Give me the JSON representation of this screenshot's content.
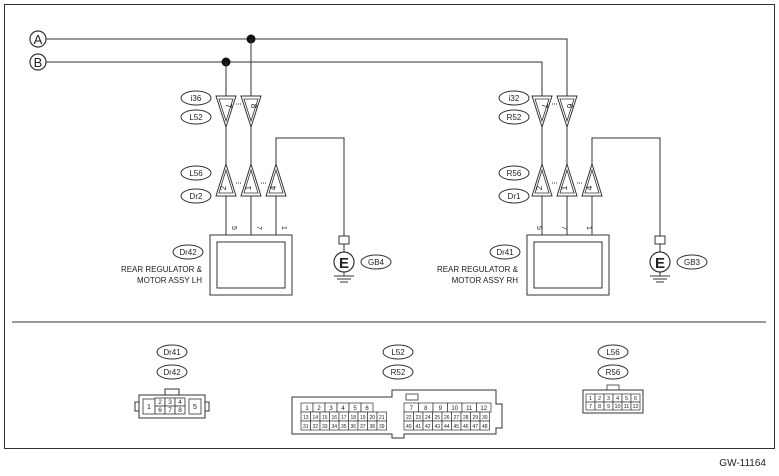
{
  "buses": {
    "a": "A",
    "b": "B"
  },
  "lh": {
    "upper_conn_top": "i36",
    "upper_conn_bot": "L52",
    "upper_pins": [
      "7",
      "8"
    ],
    "lower_conn_top": "L56",
    "lower_conn_bot": "Dr2",
    "lower_pins": [
      "2",
      "1",
      "4"
    ],
    "wire_pins": [
      "5",
      "7",
      "1"
    ],
    "component_id": "Dr42",
    "component_label_1": "REAR REGULATOR &",
    "component_label_2": "MOTOR ASSY LH",
    "ground_symbol": "E",
    "ground_id": "GB4"
  },
  "rh": {
    "upper_conn_top": "i32",
    "upper_conn_bot": "R52",
    "upper_pins": [
      "7",
      "6"
    ],
    "lower_conn_top": "R56",
    "lower_conn_bot": "Dr1",
    "lower_pins": [
      "2",
      "1",
      "4"
    ],
    "wire_pins": [
      "5",
      "7",
      "1"
    ],
    "component_id": "Dr41",
    "component_label_1": "REAR REGULATOR &",
    "component_label_2": "MOTOR ASSY RH",
    "ground_symbol": "E",
    "ground_id": "GB3"
  },
  "connectors": {
    "dr": {
      "label_1": "Dr41",
      "label_2": "Dr42",
      "pins": [
        "1",
        "2",
        "3",
        "4",
        "5",
        "6",
        "7",
        "8"
      ]
    },
    "lr52": {
      "label_1": "L52",
      "label_2": "R52",
      "left_row1": [
        "1",
        "2",
        "3",
        "4",
        "5",
        "6"
      ],
      "left_row2": [
        "13",
        "14",
        "15",
        "16",
        "17",
        "18",
        "19",
        "20",
        "21"
      ],
      "left_row3": [
        "31",
        "32",
        "33",
        "34",
        "35",
        "36",
        "37",
        "38",
        "39"
      ],
      "right_row1": [
        "7",
        "8",
        "9",
        "10",
        "11",
        "12"
      ],
      "right_row2": [
        "22",
        "23",
        "24",
        "25",
        "26",
        "27",
        "28",
        "29",
        "30"
      ],
      "right_row3": [
        "40",
        "41",
        "42",
        "43",
        "44",
        "45",
        "46",
        "47",
        "48"
      ]
    },
    "lr56": {
      "label_1": "L56",
      "label_2": "R56",
      "row1": [
        "1",
        "2",
        "3",
        "4",
        "5",
        "6"
      ],
      "row2": [
        "7",
        "8",
        "9",
        "10",
        "11",
        "12"
      ]
    }
  },
  "footer": {
    "code": "GW-11164"
  }
}
